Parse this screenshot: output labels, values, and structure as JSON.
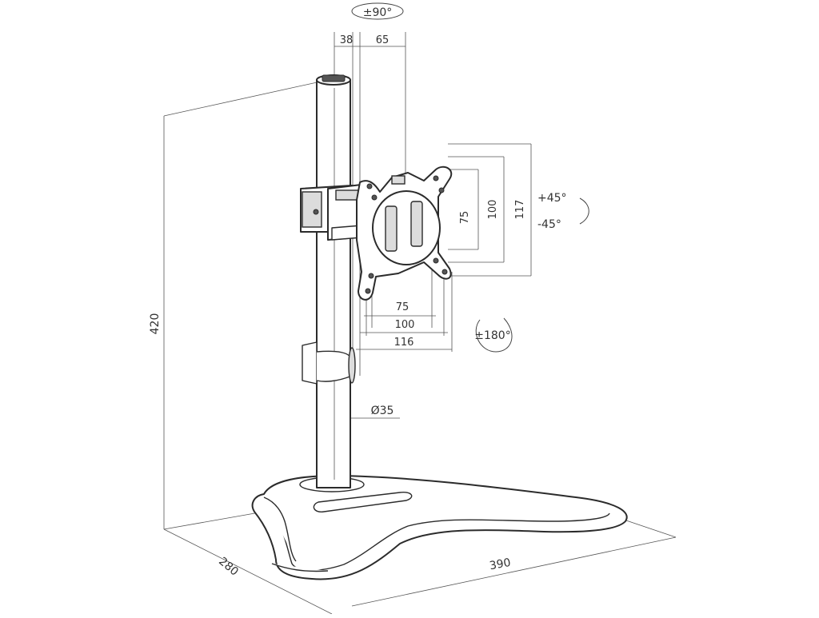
{
  "dimensions": {
    "rotation_top": "±90°",
    "offset_left": "38",
    "offset_right": "65",
    "height": "420",
    "vesa_v_small": "75",
    "vesa_v_large": "100",
    "plate_height": "117",
    "tilt_up": "+45°",
    "tilt_down": "-45°",
    "vesa_h_small": "75",
    "vesa_h_large": "100",
    "plate_width": "116",
    "rotation_plate": "±180°",
    "pole_diameter": "Ø35",
    "base_depth": "280",
    "base_width": "390"
  },
  "colors": {
    "line": "#2b2b2b",
    "background": "#ffffff",
    "shade": "#dcdcdc"
  }
}
